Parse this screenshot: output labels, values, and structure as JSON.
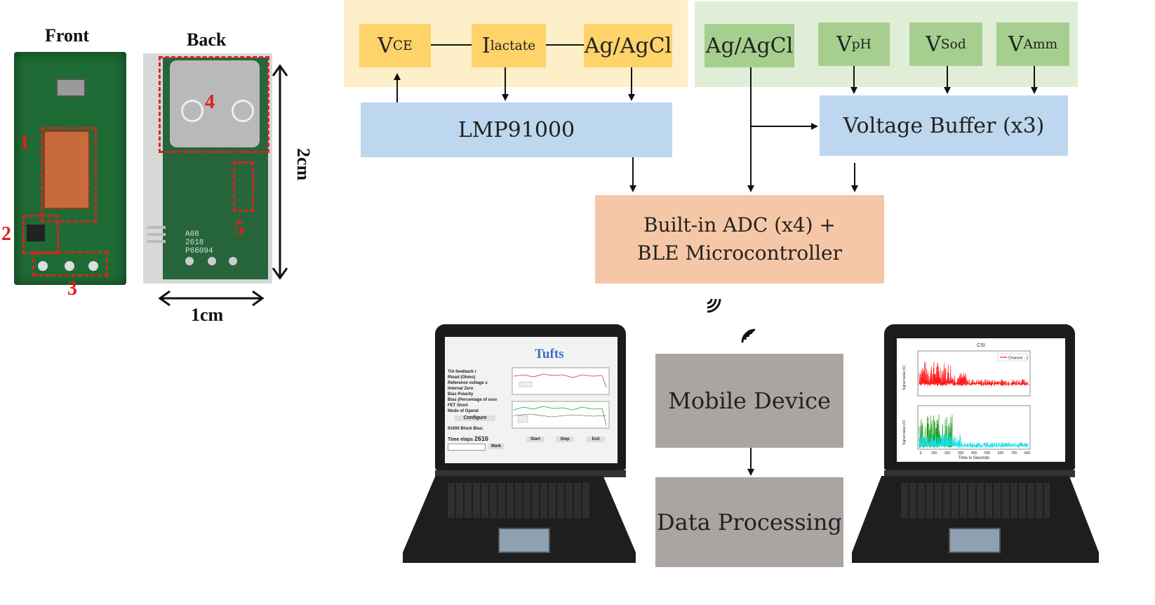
{
  "pcb": {
    "front_label": "Front",
    "back_label": "Back",
    "markers": [
      "1",
      "2",
      "3",
      "4",
      "5"
    ],
    "scale_height": "2cm",
    "scale_width": "1cm",
    "chip_text": [
      "A08",
      "2618",
      "P66094"
    ]
  },
  "blocks": {
    "vce_main": "V",
    "vce_sub": "CE",
    "ilac_main": "I",
    "ilac_sub": "lactate",
    "agcl_left": "Ag/AgCl",
    "agcl_right": "Ag/AgCl",
    "vph_main": "V",
    "vph_sub": "pH",
    "vsod_main": "V",
    "vsod_sub": "Sod",
    "vamm_main": "V",
    "vamm_sub": "Amm",
    "lmp": "LMP91000",
    "buffer": "Voltage Buffer (x3)",
    "adc_line1": "Built-in ADC (x4) +",
    "adc_line2": "BLE Microcontroller",
    "mobile": "Mobile Device",
    "processing": "Data Processing"
  },
  "laptop_left": {
    "logo": "Tufts",
    "fields": [
      "TIA feedback r",
      "Rload (Ohms)",
      "Reference voltage s",
      "Internal Zero",
      "Bias Polarity",
      "Bias (Percentage of source voltage)",
      "FET Short",
      "Mode of Operat"
    ],
    "configure": "Configure",
    "block_bias": "91000 Block Bias:",
    "time_label": "Time elaps",
    "time_value": "2616",
    "mark": "Mark",
    "start": "Start",
    "stop": "Stop",
    "exit": "Exit"
  },
  "laptop_right": {
    "title": "CSI",
    "legend": "Channel - 1",
    "xlabel": "Time in Seconds",
    "ylabel": "Signal value (V)",
    "xticks": [
      "0",
      "100",
      "200",
      "300",
      "400",
      "500",
      "600",
      "700",
      "800"
    ]
  },
  "colors": {
    "yellow_group": "#fdefc8",
    "green_group": "#e0eed7",
    "red_signal": "#ff1a1a",
    "green_signal": "#1a9a1a",
    "cyan_signal": "#19e0e6"
  }
}
